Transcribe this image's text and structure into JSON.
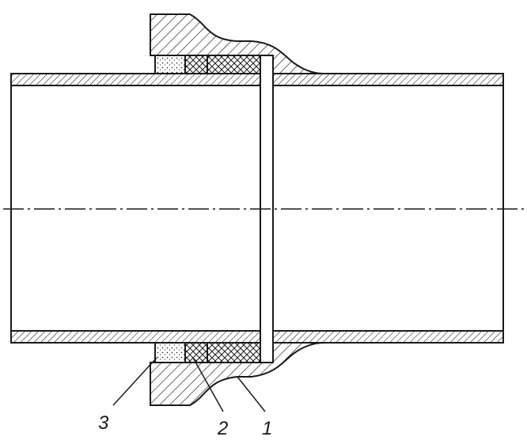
{
  "callouts": [
    {
      "id": "1",
      "label": "1"
    },
    {
      "id": "2",
      "label": "2"
    },
    {
      "id": "3",
      "label": "3"
    }
  ],
  "colors": {
    "stroke": "#1a1a1a",
    "background": "#ffffff"
  }
}
